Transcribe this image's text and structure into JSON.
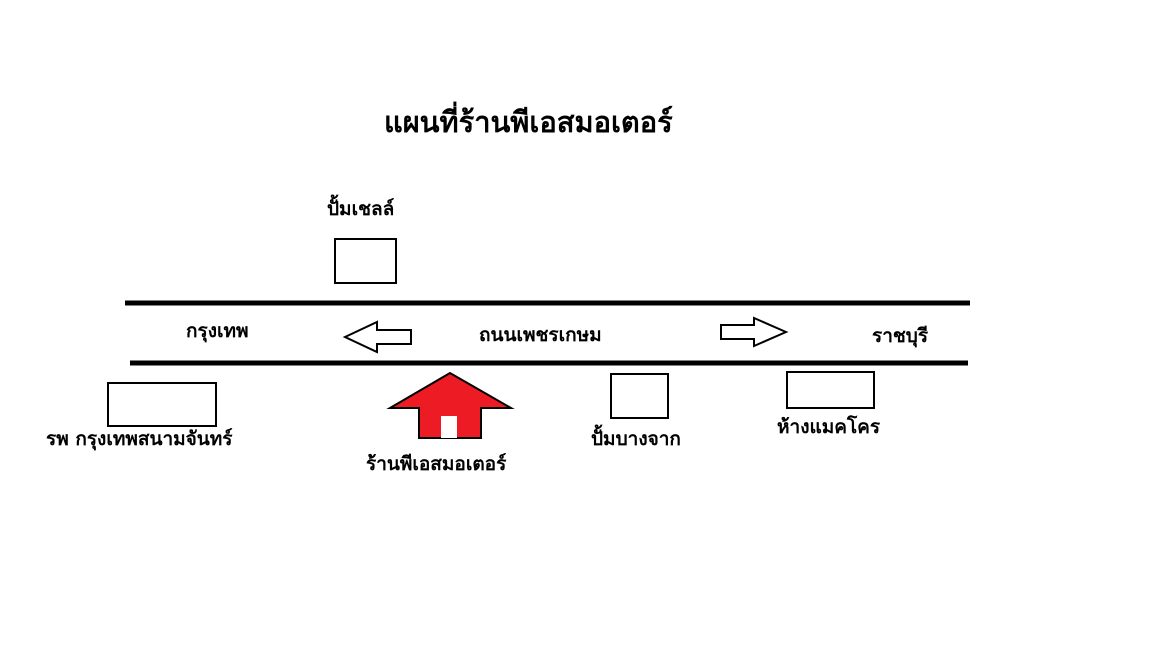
{
  "title": "แผนที่ร้านพีเอสมอเตอร์",
  "road": {
    "name": "ถนนเพชรเกษม",
    "left_direction": "กรุงเทพ",
    "right_direction": "ราชบุรี"
  },
  "landmarks": {
    "shell_pump": "ปั้มเชลล์",
    "hospital": "รพ กรุงเทพสนามจันทร์",
    "shop": "ร้านพีเอสมอเตอร์",
    "bangchak_pump": "ปั้มบางจาก",
    "makro": "ห้างแมคโคร"
  },
  "colors": {
    "shop_fill": "#ed1c24",
    "line": "#000000"
  }
}
